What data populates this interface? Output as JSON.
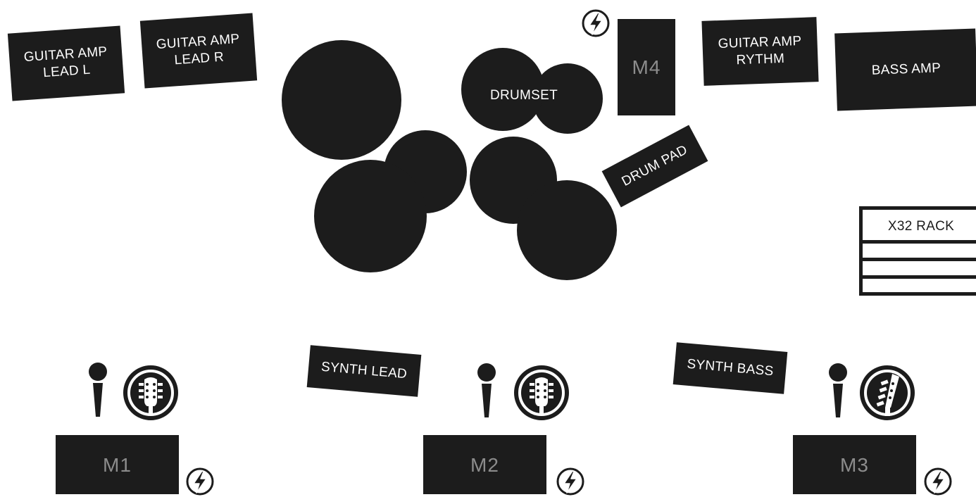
{
  "amps": {
    "guitar_lead_l": "GUITAR AMP\nLEAD L",
    "guitar_lead_r": "GUITAR AMP\nLEAD R",
    "guitar_rythm": "GUITAR AMP\nRYTHM",
    "bass": "BASS AMP"
  },
  "drums": {
    "drumset": "DRUMSET",
    "drum_pad": "DRUM PAD"
  },
  "monitors": {
    "m1": "M1",
    "m2": "M2",
    "m3": "M3",
    "m4": "M4"
  },
  "synths": {
    "lead": "SYNTH LEAD",
    "bass": "SYNTH BASS"
  },
  "rack": {
    "label": "X32 RACK"
  },
  "colors": {
    "fill": "#1c1c1c",
    "text": "#ffffff",
    "monitor_text": "#8c8c8c"
  },
  "icons": [
    "power-icon",
    "microphone-icon",
    "guitar-headstock-icon",
    "bass-headstock-icon"
  ]
}
